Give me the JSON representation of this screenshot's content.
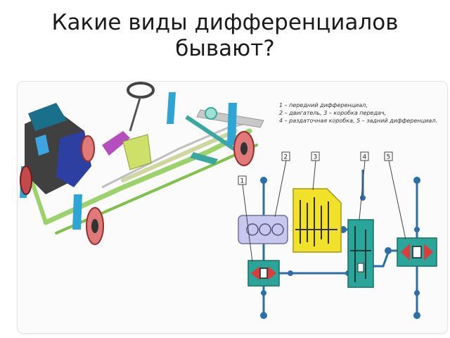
{
  "slide": {
    "title_line1": "Какие виды дифференциалов",
    "title_line2": "бывают?"
  },
  "legend": {
    "line1": "1 – передний дифференциал,",
    "line2": "2 – двигатель, 3 – коробка передач,",
    "line3": "4 – раздаточная коробка, 5 – задний дифференциал."
  },
  "schematic": {
    "labels": [
      "1",
      "2",
      "3",
      "4",
      "5"
    ]
  }
}
